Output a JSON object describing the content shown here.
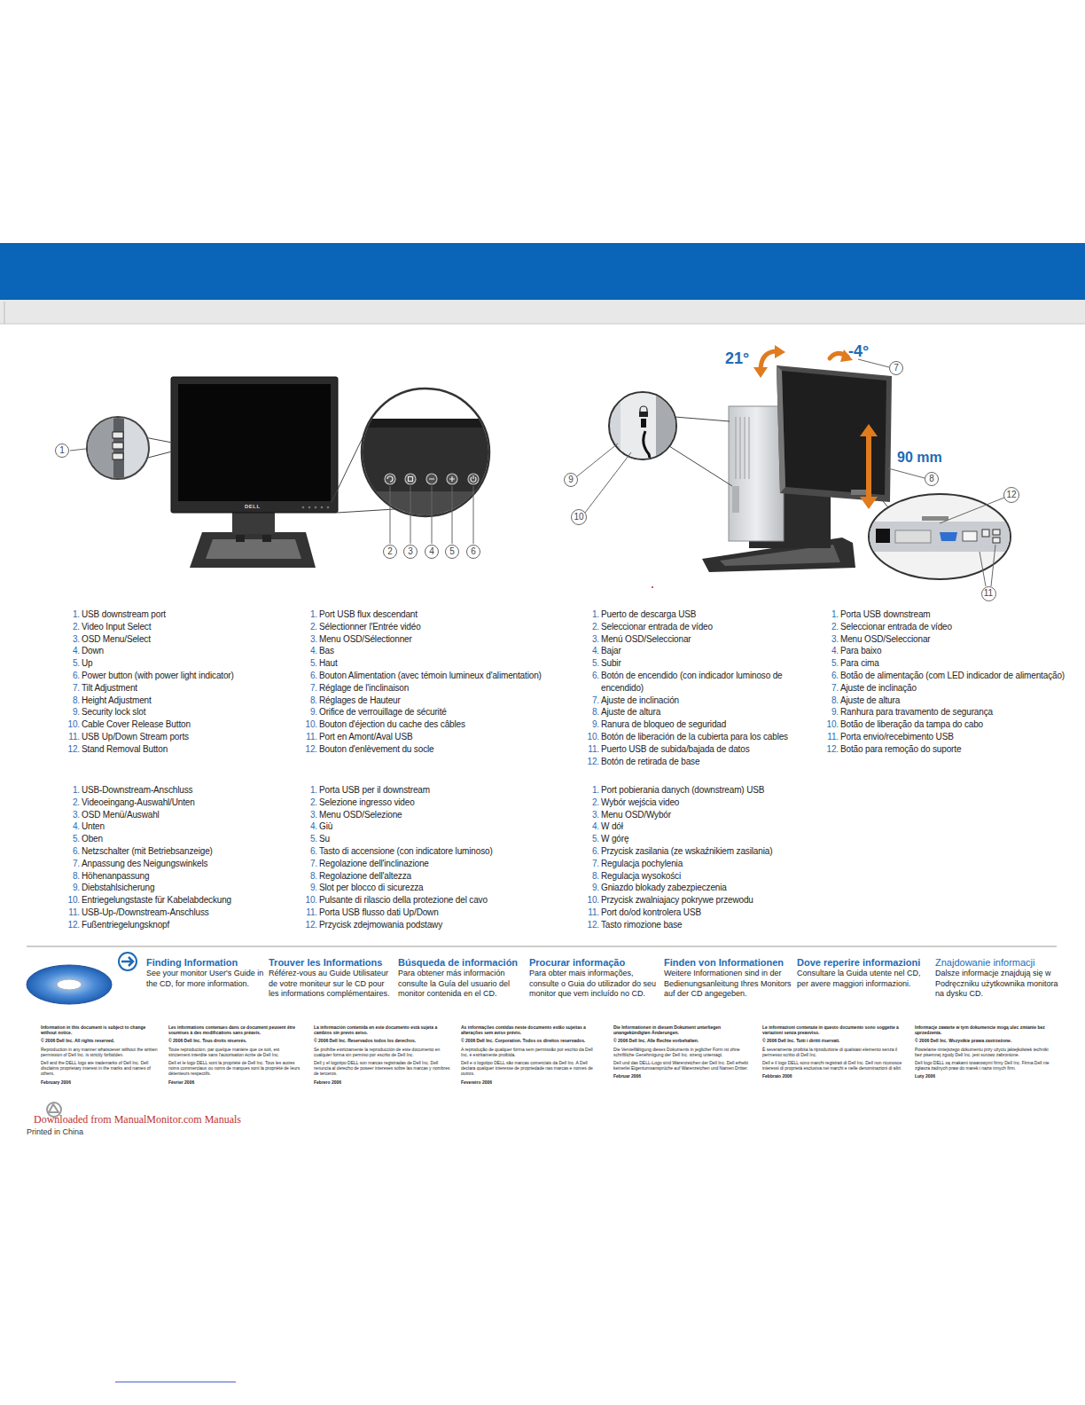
{
  "diagram": {
    "nodes": [
      {
        "text": [
          "1"
        ]
      },
      {
        "text": [
          "2"
        ]
      },
      {
        "text": [
          "3"
        ]
      },
      {
        "text": [
          "4"
        ]
      },
      {
        "text": [
          "5"
        ]
      },
      {
        "text": [
          "6"
        ]
      },
      {
        "text": [
          "7"
        ]
      },
      {
        "text": [
          "8"
        ]
      },
      {
        "text": [
          "9"
        ]
      },
      {
        "text": [
          "10"
        ]
      },
      {
        "text": [
          "11"
        ]
      },
      {
        "text": [
          "12"
        ]
      }
    ],
    "labels": [
      "21°",
      "-4°",
      "90 mm",
      "DELL",
      "1.",
      "USB downstream port",
      "2.",
      "Video Input Select",
      "3.",
      "OSD Menu/Select",
      "4.",
      "Down",
      "5.",
      "Up",
      "6.",
      "Power button (with power light indicator)",
      "7.",
      "Tilt Adjustment",
      "8.",
      "Height Adjustment",
      "9.",
      "Security lock slot",
      "10.",
      "Cable Cover Release Button",
      "11.",
      "USB Up/Down Stream ports",
      "12.",
      "Stand Removal Button",
      "1.",
      "Port USB flux descendant",
      "2.",
      "Sélectionner l'Entrée vidéo",
      "3.",
      "Menu OSD/Sélectionner",
      "4.",
      "Bas",
      "5.",
      "Haut",
      "6.",
      "Bouton Alimentation (avec témoin lumineux d'alimentation)",
      "7.",
      "Réglage de l'inclinaison",
      "8.",
      "Réglages de Hauteur",
      "9.",
      "Orifice de verrouillage de sécurité",
      "10.",
      "Bouton d'éjection du cache des câbles",
      "11.",
      "Port en Amont/Aval USB",
      "12.",
      "Bouton d'enlèvement du socle",
      "1.",
      "Puerto de descarga USB",
      "2.",
      "Seleccionar entrada de vídeo",
      "3.",
      "Menú OSD/Seleccionar",
      "4.",
      "Bajar",
      "5.",
      "Subir",
      "6.",
      "Botón de encendido (con indicador luminoso de encendido)",
      "7.",
      "Ajuste de inclinación",
      "8.",
      "Ajuste de altura",
      "9.",
      "Ranura de bloqueo de seguridad",
      "10.",
      "Botón de liberación de la cubierta para los cables",
      "11.",
      "Puerto USB de subida/bajada de datos",
      "12.",
      "Botón de retirada de base",
      "1.",
      "Porta USB downstream",
      "2.",
      "Seleccionar entrada de vídeo",
      "3.",
      "Menu OSD/Seleccionar",
      "4.",
      "Para baixo",
      "5.",
      "Para cima",
      "6.",
      "Botão de alimentação (com LED indicador de alimentação)",
      "7.",
      "Ajuste de inclinação",
      "8.",
      "Ajuste de altura",
      "9.",
      "Ranhura para travamento de segurança",
      "10.",
      "Botão de liberação da tampa do cabo",
      "11.",
      "Porta envio/recebimento USB",
      "12.",
      "Botão para remoção do suporte",
      "1.",
      "USB-Downstream-Anschluss",
      "2.",
      "Videoeingang-Auswahl/Unten",
      "3.",
      "OSD Menü/Auswahl",
      "4.",
      "Unten",
      "5.",
      "Oben",
      "6.",
      "Netzschalter (mit Betriebsanzeige)",
      "7.",
      "Anpassung des Neigungswinkels",
      "8.",
      "Höhenanpassung",
      "9.",
      "Diebstahlsicherung",
      "10.",
      "Entriegelungstaste für Kabelabdeckung",
      "11.",
      "USB-Up-/Downstream-Anschluss",
      "12.",
      "Fußentriegelungsknopf",
      "1.",
      "Porta USB per il downstream",
      "2.",
      "Selezione ingresso video",
      "3.",
      "Menu OSD/Selezione",
      "4.",
      "Giù",
      "5.",
      "Su",
      "6.",
      "Tasto di accensione (con indicatore luminoso)",
      "7.",
      "Regolazione dell'inclinazione",
      "8.",
      "Regolazione dell'altezza",
      "9.",
      "Slot per blocco di sicurezza",
      "10.",
      "Pulsante di rilascio della protezione del cavo",
      "11.",
      "Porta USB flusso dati Up/Down",
      "12.",
      "Przycisk zdejmowania podstawy",
      "1.",
      "Port pobierania danych (downstream) USB",
      "2.",
      "Wybór wejścia video",
      "3.",
      "Menu OSD/Wybór",
      "4.",
      "W dół",
      "5.",
      "W górę",
      "6.",
      "Przycisk zasilania (ze wskaźnikiem zasilania)",
      "7.",
      "Regulacja pochylenia",
      "8.",
      "Regulacja wysokości",
      "9.",
      "Gniazdo blokady zabezpieczenia",
      "10.",
      "Przycisk zwalniajacy pokrywe przewodu",
      "11.",
      "Port do/od kontrolera USB",
      "12.",
      "Tasto rimozione base",
      "Finding Information",
      "See your monitor User's Guide in the CD, for more information.",
      "Trouver les Informations",
      "Référez-vous au Guide Utilisateur de votre moniteur sur le CD pour les informations complémentaires.",
      "Búsqueda de información",
      "Para obtener más información consulte la Guía del usuario del monitor contenida en el CD.",
      "Procurar informação",
      "Para obter mais informações, consulte o Guia do utilizador do seu monitor que vem incluído no CD.",
      "Finden von Informationen",
      "Weitere Informationen sind in der Bedienungsanleitung Ihres Monitors auf der CD angegeben.",
      "Dove reperire informazioni",
      "Consultare la Guida utente nel CD, per avere maggiori informazioni.",
      "Znajdowanie informacji",
      "Dalsze informacje znajdują się w Podręczniku użytkownika monitora na dysku CD.",
      "Information in this document is subject to change without notice.",
      "© 2006 Dell Inc. All rights reserved.",
      "Reproduction in any manner whatsoever without the written permission of Dell Inc. is strictly forbidden.",
      "Dell and the DELL logo are trademarks of Dell Inc. Dell disclaims proprietary interest in the marks and names of others.",
      "February 2006",
      "Les informations contenues dans ce document peuvent être soumises à des modifications sans préavis.",
      "© 2006 Dell Inc. Tous droits réservés.",
      "Toute reproduction, par quelque manière que ce soit, est strictement interdite sans l'autorisation écrite de Dell Inc.",
      "Dell et le logo DELL sont la propriété de Dell Inc. Tous les autres noms commerciaux ou noms de marques sont la propriété de leurs détenteurs respectifs.",
      "Février 2006",
      "La información contenida en este documento está sujeta a cambios sin previo aviso.",
      "© 2006 Dell Inc. Reservados todos los derechos.",
      "Se prohíbe estrictamente la reproducción de este documento en cualquier forma sin permiso por escrito de Dell Inc.",
      "Dell y el logotipo DELL son marcas registradas de Dell Inc. Dell renuncia al derecho de poseer intereses sobre las marcas y nombres de terceros.",
      "Febrero 2006",
      "As informações contidas neste documento estão sujeitas a alterações sem aviso prévio.",
      "© 2006 Dell Inc. Corporation. Todos os direitos reservados.",
      "A reprodução de qualquer forma sem permissão por escrito da Dell Inc. é estritamente proibida.",
      "Dell e o logotipo DELL são marcas comerciais da Dell Inc. A Dell declara qualquer interesse de propriedade nas marcas e nomes de outros.",
      "Fevereiro 2006",
      "Die Informationen in diesem Dokument unterliegen unangekündigten Änderungen.",
      "© 2006 Dell Inc. Alle Rechte vorbehalten.",
      "Die Vervielfältigung dieses Dokuments in jeglicher Form ist ohne schriftliche Genehmigung der Dell Inc. streng untersagt.",
      "Dell und das DELL-Logo sind Warenzeichen der Dell Inc. Dell erhebt keinerlei Eigentumsansprüche auf Warenzeichen und Namen Dritter.",
      "Februar 2006",
      "Le informazioni contenute in questo documento sono soggette a variazioni senza preavviso.",
      "© 2006 Dell Inc. Tutti i diritti riservati.",
      "È severamente proibita la riproduzione di qualsiasi elemento senza il permesso scritto di Dell Inc.",
      "Dell e il logo DELL sono marchi registrati di Dell Inc. Dell non riconosce interessi di proprietà esclusiva nei marchi e nelle denominazioni di altri.",
      "Febbraio 2006",
      "Informacje zawarte w tym dokumencie mogą ulec zmianie bez uprzedzenia.",
      "© 2006 Dell Inc. Wszystkie prawa zastrzeżone.",
      "Powielanie niniejszego dokumentu przy użyciu jakiejkolwiek techniki bez pisemnej zgody Dell Inc. jest surowo zabronione.",
      "Dell logo DELL są znakami towarowymi firmy Dell Inc. Firma Dell nie zgłasza żadnych praw do marek i nazw innych firm.",
      "Luty 2006",
      "Printed in China",
      "Downloaded from ManualMonitor.com Manuals"
    ]
  }
}
